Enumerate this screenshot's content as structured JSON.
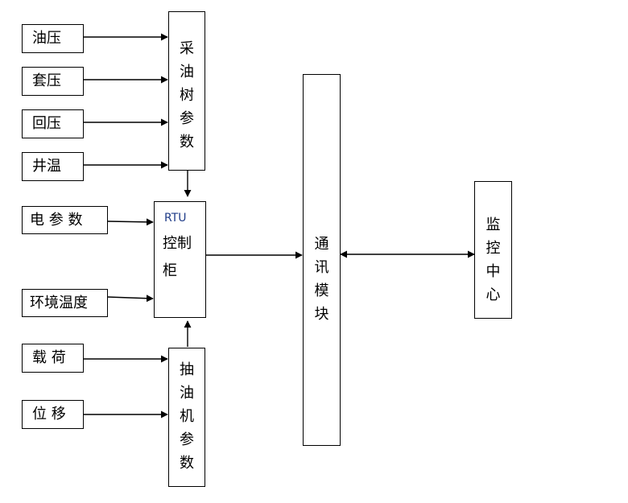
{
  "inputs": {
    "oil_pressure": "油压",
    "casing_pressure": "套压",
    "back_pressure": "回压",
    "well_temp": "井温",
    "electrical_params": "电 参 数",
    "ambient_temp": "环境温度",
    "load": "载 荷",
    "displacement": "位 移"
  },
  "nodes": {
    "tree_params": [
      "采",
      "油",
      "树",
      "参",
      "数"
    ],
    "rtu_prefix": "RTU",
    "rtu_line1": "控制",
    "rtu_line2": "柜",
    "pump_params": [
      "抽",
      "油",
      "机",
      "参",
      "数"
    ],
    "comm_module": [
      "通",
      "讯",
      "模",
      "块"
    ],
    "monitor_center": [
      "监",
      "控",
      "中",
      "心"
    ]
  },
  "colors": {
    "stroke": "#000000",
    "rtu_accent": "#1f3c88"
  }
}
